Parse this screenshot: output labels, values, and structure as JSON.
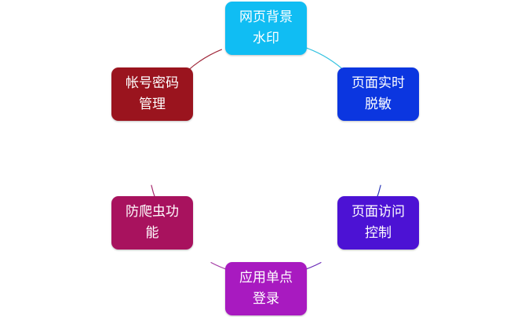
{
  "diagram": {
    "nodes": [
      {
        "label": "网页背景水印",
        "color": "#10BDF3"
      },
      {
        "label": "页面实时脱敏",
        "color": "#0B36E0"
      },
      {
        "label": "页面访问控制",
        "color": "#4C12D4"
      },
      {
        "label": "应用单点登录",
        "color": "#A81AC0"
      },
      {
        "label": "防爬虫功能",
        "color": "#A8125E"
      },
      {
        "label": "帐号密码管理",
        "color": "#9A141E"
      }
    ],
    "connector_colors": [
      "#33C2E0",
      "#2A36B8",
      "#6A2AB8",
      "#A33AA5",
      "#A82A6E",
      "#A0283A"
    ]
  }
}
